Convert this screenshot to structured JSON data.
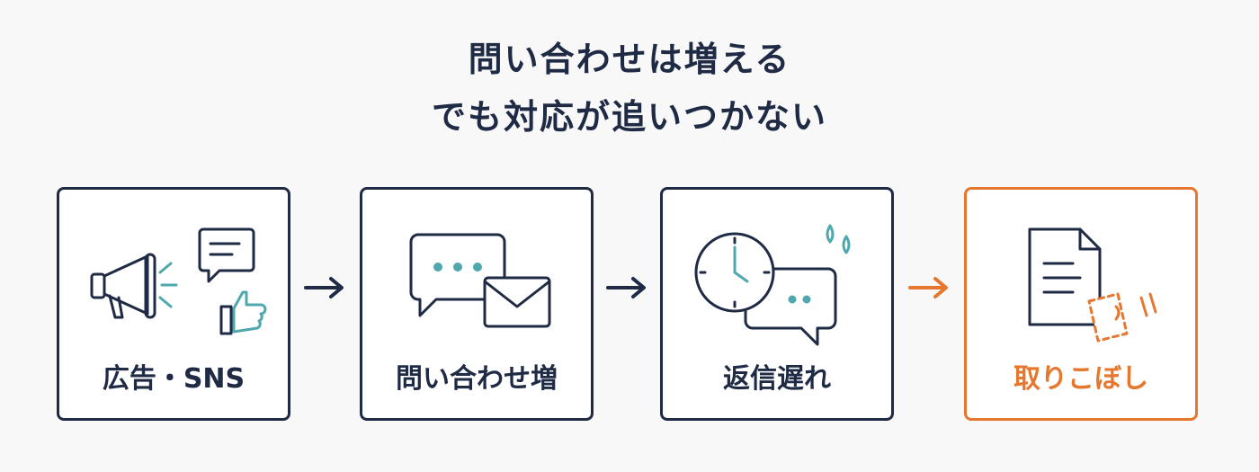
{
  "title": {
    "line1": "問い合わせは増える",
    "line2": "でも対応が追いつかない"
  },
  "steps": [
    {
      "label": "広告・SNS",
      "icons": [
        "megaphone-icon",
        "speech-bubble-icon",
        "thumbs-up-icon"
      ]
    },
    {
      "label": "問い合わせ増",
      "icons": [
        "chat-bubble-icon",
        "envelope-icon"
      ]
    },
    {
      "label": "返信遅れ",
      "icons": [
        "clock-icon",
        "chat-bubble-icon",
        "sweat-drops-icon"
      ]
    },
    {
      "label": "取りこぼし",
      "icons": [
        "document-icon",
        "falling-paper-icon"
      ]
    }
  ],
  "colors": {
    "navy": "#1f2a44",
    "teal": "#4fa8ad",
    "accent": "#e5772e"
  }
}
